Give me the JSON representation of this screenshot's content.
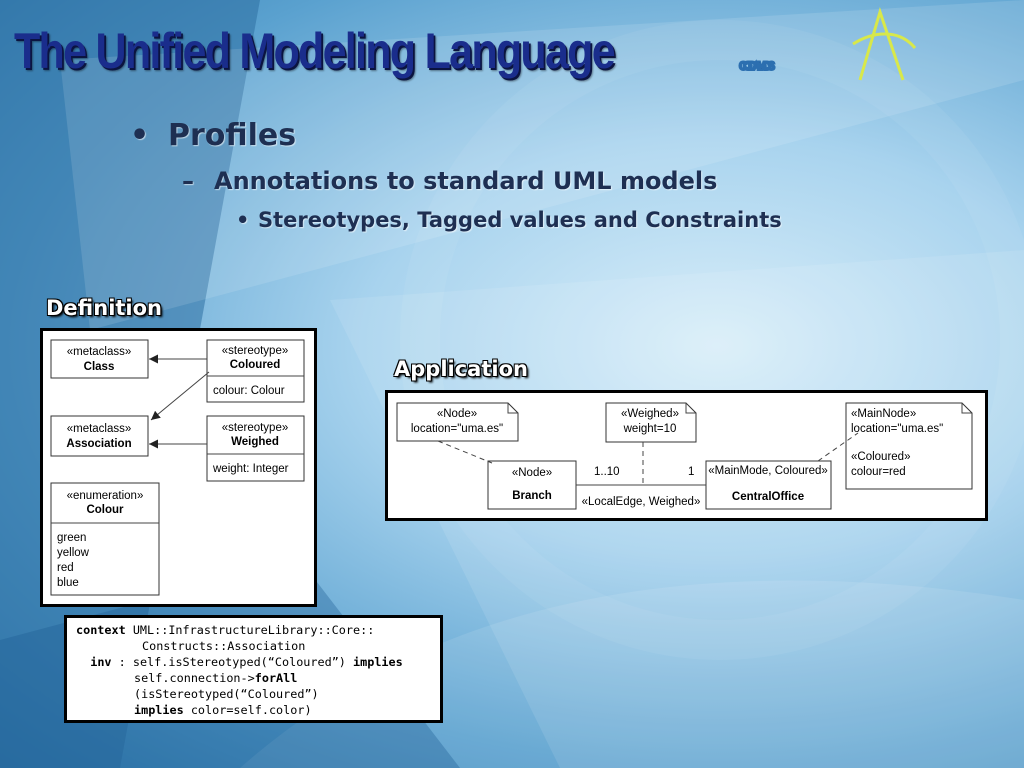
{
  "slide": {
    "title": "The Unified Modeling Language",
    "logo_text": "CODAMOS"
  },
  "bullets": {
    "level1": "Profiles",
    "level2_marker": "–",
    "level2": "Annotations to standard UML models",
    "level3": "Stereotypes, Tagged values and Constraints"
  },
  "definition": {
    "caption": "Definition",
    "class_stereo": "«metaclass»",
    "class_name": "Class",
    "assoc_stereo": "«metaclass»",
    "assoc_name": "Association",
    "coloured_stereo": "«stereotype»",
    "coloured_name": "Coloured",
    "coloured_attr": "colour: Colour",
    "weighed_stereo": "«stereotype»",
    "weighed_name": "Weighed",
    "weighed_attr": "weight: Integer",
    "enum_stereo": "«enumeration»",
    "enum_name": "Colour",
    "enum_values": [
      "green",
      "yellow",
      "red",
      "blue"
    ]
  },
  "application": {
    "caption": "Application",
    "note_node_1": "«Node»",
    "note_node_2": "location=\"uma.es\"",
    "note_weighed_1": "«Weighed»",
    "note_weighed_2": "weight=10",
    "note_main_1": "«MainNode»",
    "note_main_2": "location=\"uma.es\"",
    "note_main_3": "«Coloured»",
    "note_main_4": "colour=red",
    "branch_stereo": "«Node»",
    "branch_name": "Branch",
    "central_stereo": "«MainMode, Coloured»",
    "central_name": "CentralOffice",
    "mult_left": "1..10",
    "mult_right": "1",
    "edge_label": "«LocalEdge, Weighed»"
  },
  "ocl": {
    "kw_context": "context",
    "line1": " UML::InfrastructureLibrary::Core::",
    "line2": "Constructs::Association",
    "kw_inv": "inv",
    "line3": " : self.isStereotyped(“Coloured”) ",
    "kw_implies1": "implies",
    "line4": "self.connection->",
    "kw_forall": "forAll",
    "line5": "(isStereotyped(“Coloured”)",
    "kw_implies2": "implies",
    "line6": " color=self.color)"
  }
}
